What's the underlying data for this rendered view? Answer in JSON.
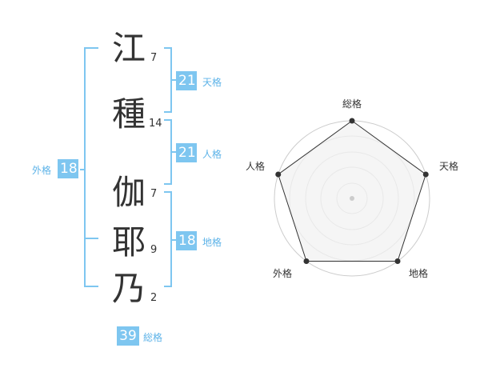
{
  "name": {
    "chars": [
      {
        "char": "江",
        "strokes": "7"
      },
      {
        "char": "種",
        "strokes": "14"
      },
      {
        "char": "伽",
        "strokes": "7"
      },
      {
        "char": "耶",
        "strokes": "9"
      },
      {
        "char": "乃",
        "strokes": "2"
      }
    ]
  },
  "fortunes": {
    "tenkaku": {
      "value": "21",
      "label": "天格"
    },
    "jinkaku": {
      "value": "21",
      "label": "人格"
    },
    "chikaku": {
      "value": "18",
      "label": "地格"
    },
    "gaikaku": {
      "value": "18",
      "label": "外格"
    },
    "soukaku": {
      "value": "39",
      "label": "総格"
    }
  },
  "radar": {
    "labels": {
      "top": "総格",
      "right": "天格",
      "bottom_right": "地格",
      "bottom_left": "外格",
      "left": "人格"
    },
    "values": {
      "soukaku": 1.0,
      "tenkaku": 1.0,
      "chikaku": 1.0,
      "gaikaku": 1.0,
      "jinkaku": 1.0
    },
    "colors": {
      "fill": "#f2f2f2",
      "line": "#333333",
      "grid": "#cccccc"
    }
  },
  "colors": {
    "accent": "#7ec6f0",
    "accent_text": "#5db3e8"
  }
}
